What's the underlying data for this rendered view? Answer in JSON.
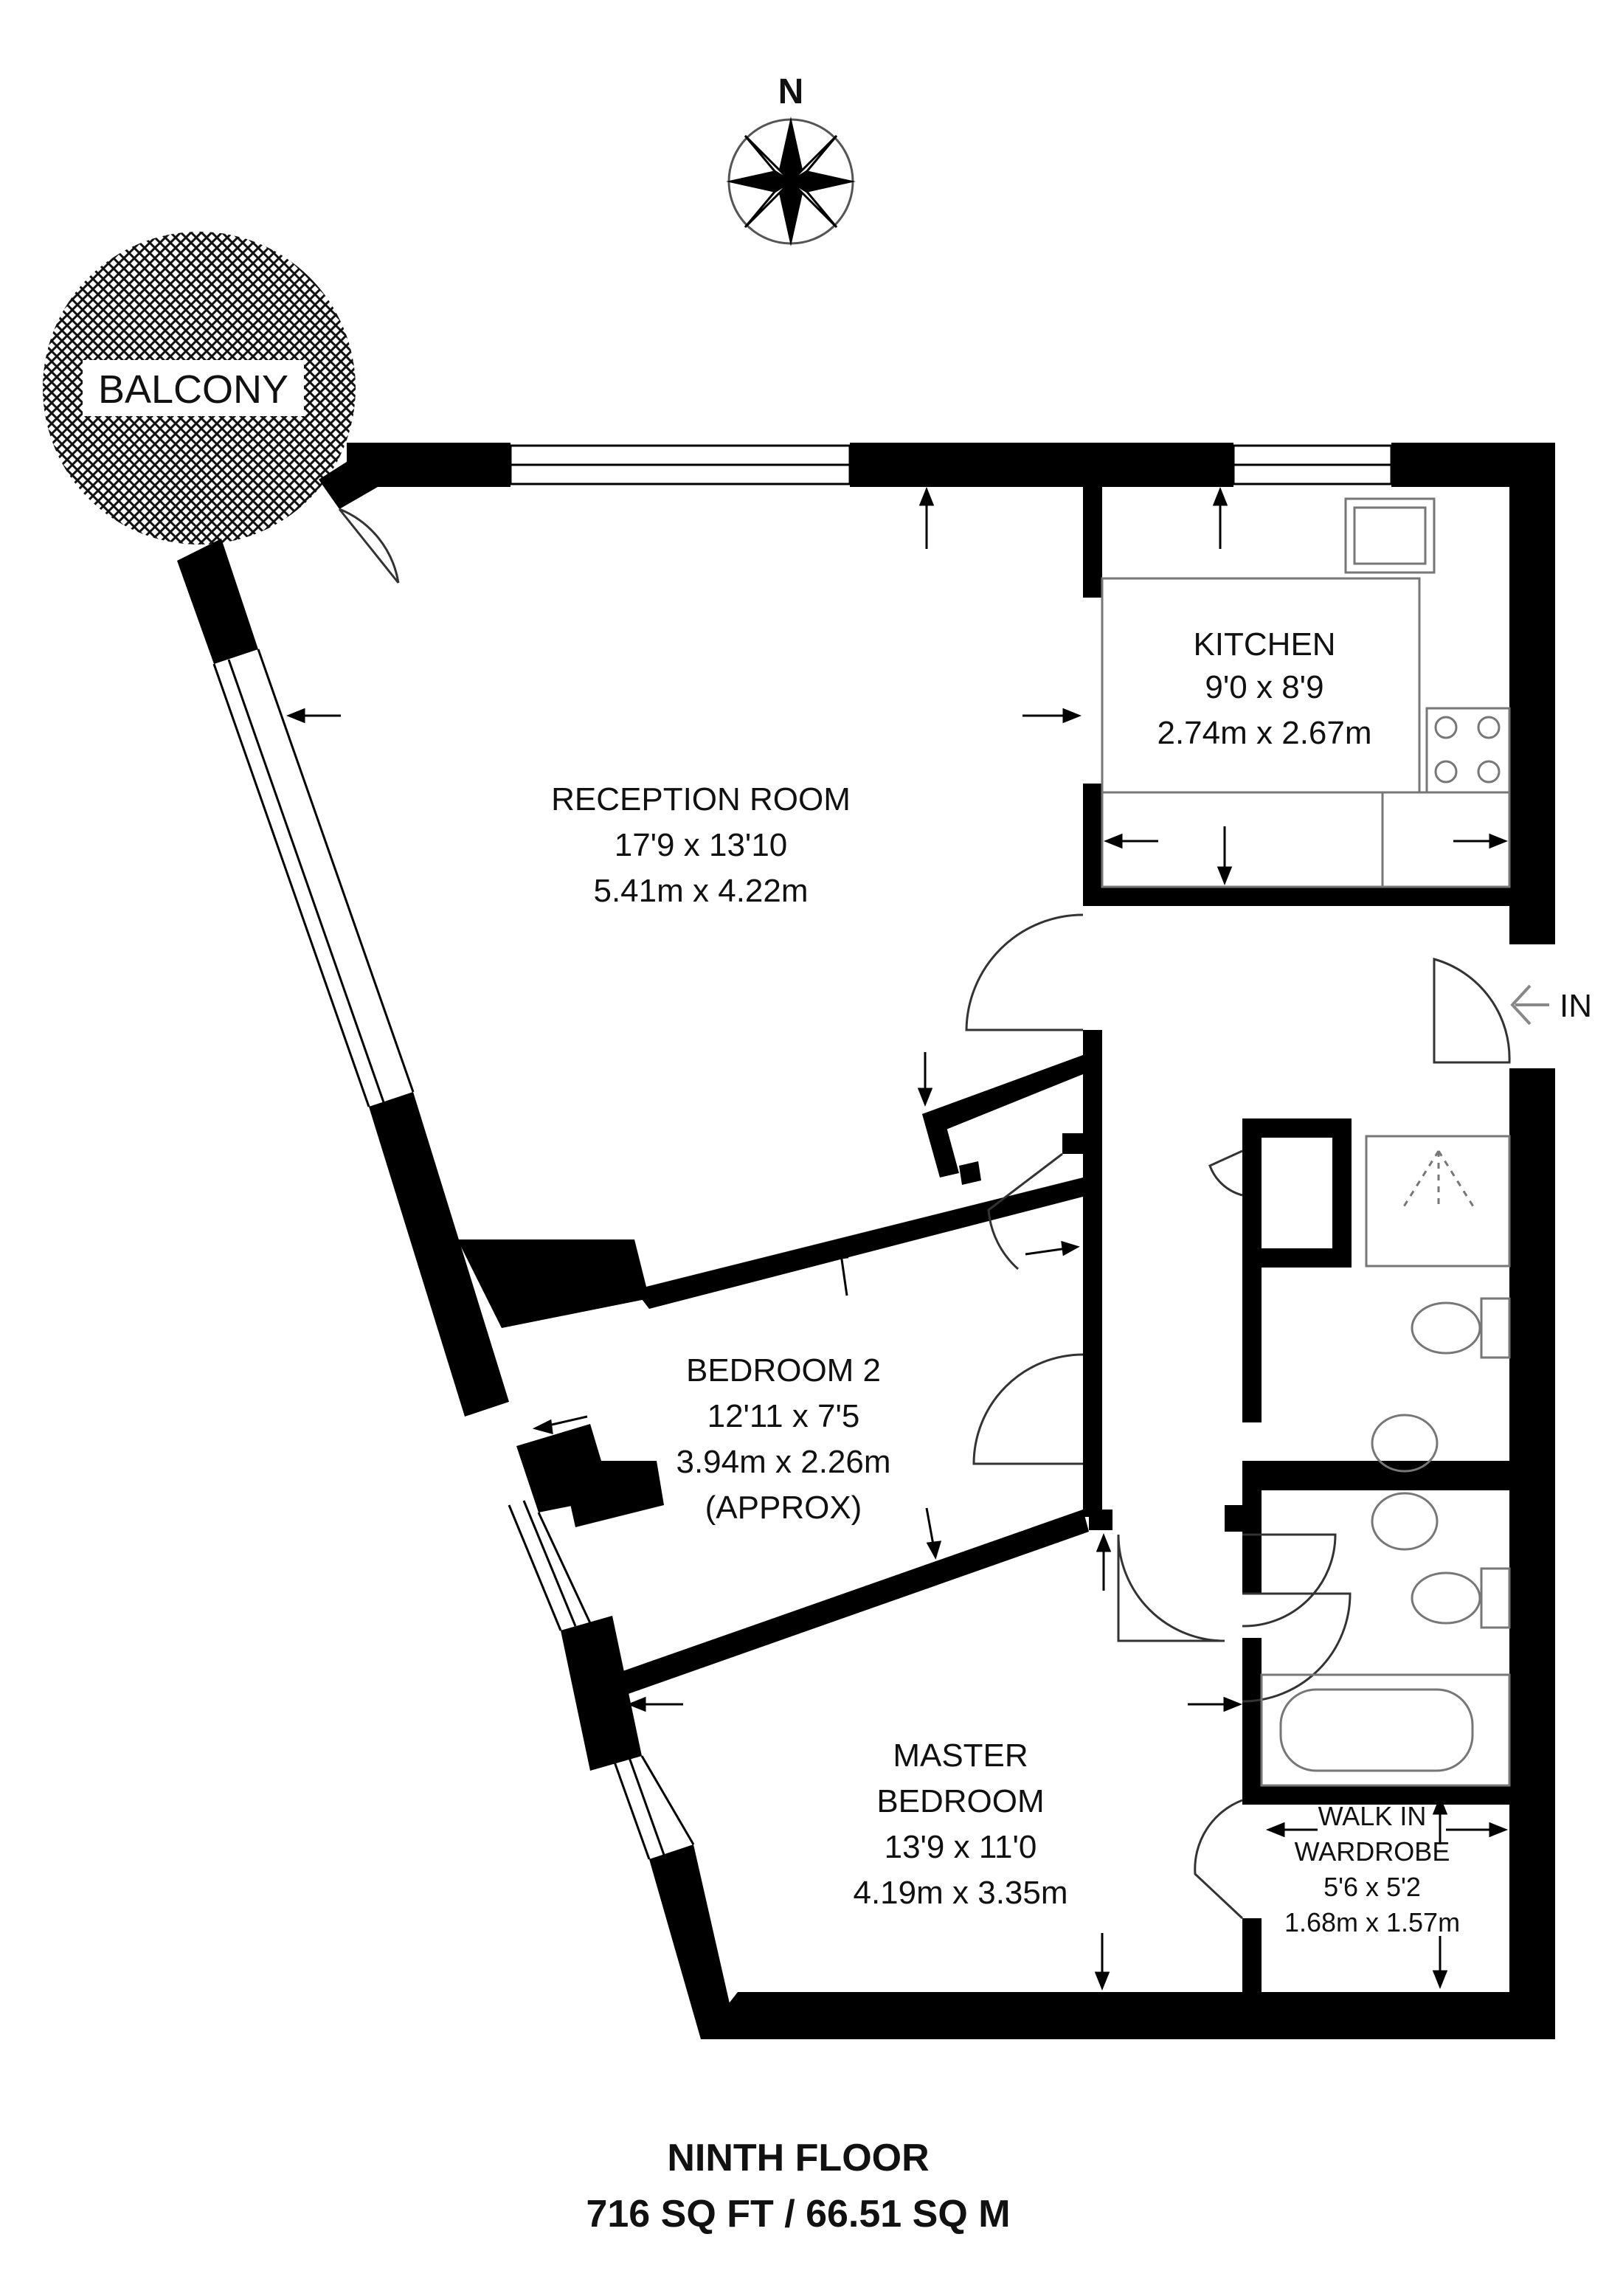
{
  "compass": {
    "label": "N",
    "icon": "compass-rose-icon"
  },
  "balcony": {
    "label": "BALCONY"
  },
  "entrance": {
    "label": "IN",
    "icon": "arrow-left-icon"
  },
  "rooms": {
    "reception": {
      "name": "RECEPTION ROOM",
      "imperial": "17'9 x 13'10",
      "metric": "5.41m x 4.22m"
    },
    "kitchen": {
      "name": "KITCHEN",
      "imperial": "9'0 x 8'9",
      "metric": "2.74m x 2.67m"
    },
    "bedroom2": {
      "name": "BEDROOM 2",
      "imperial": "12'11 x 7'5",
      "metric": "3.94m x 2.26m",
      "note": "(APPROX)"
    },
    "master": {
      "name_line1": "MASTER",
      "name_line2": "BEDROOM",
      "imperial": "13'9 x 11'0",
      "metric": "4.19m x 3.35m"
    },
    "wardrobe": {
      "name_line1": "WALK IN",
      "name_line2": "WARDROBE",
      "imperial": "5'6 x 5'2",
      "metric": "1.68m x 1.57m"
    }
  },
  "footer": {
    "floor": "NINTH FLOOR",
    "area": "716 SQ FT / 66.51 SQ M"
  },
  "colors": {
    "wall": "#000000",
    "fixture": "#777777",
    "background": "#ffffff"
  }
}
